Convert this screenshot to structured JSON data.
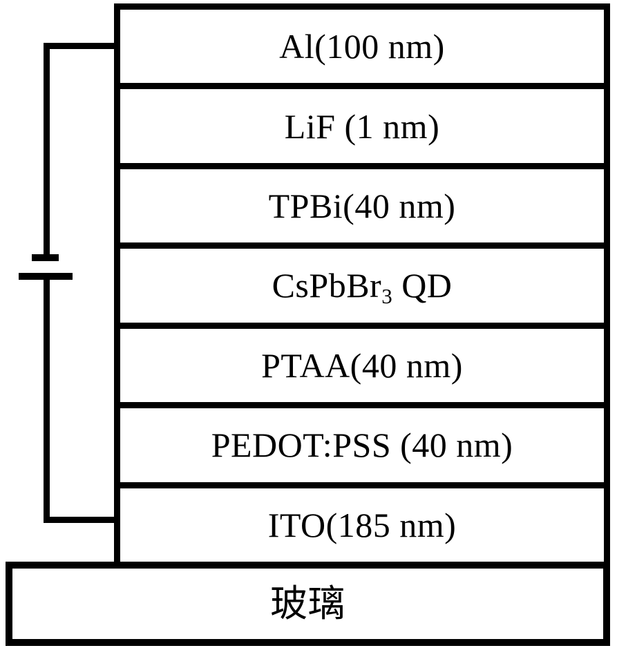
{
  "diagram": {
    "kind": "led-device-layer-stack",
    "colors": {
      "line": "#000000",
      "background": "#ffffff"
    },
    "device_layers": [
      {
        "label": "Al(100 nm)"
      },
      {
        "label": "LiF (1 nm)"
      },
      {
        "label": "TPBi(40 nm)"
      },
      {
        "label_pre": "CsPbBr",
        "label_sub": "3",
        "label_post": " QD"
      },
      {
        "label": "PTAA(40 nm)"
      },
      {
        "label": "PEDOT:PSS (40 nm)"
      },
      {
        "label": "ITO(185 nm)"
      }
    ],
    "substrate": {
      "label": "玻璃"
    }
  }
}
